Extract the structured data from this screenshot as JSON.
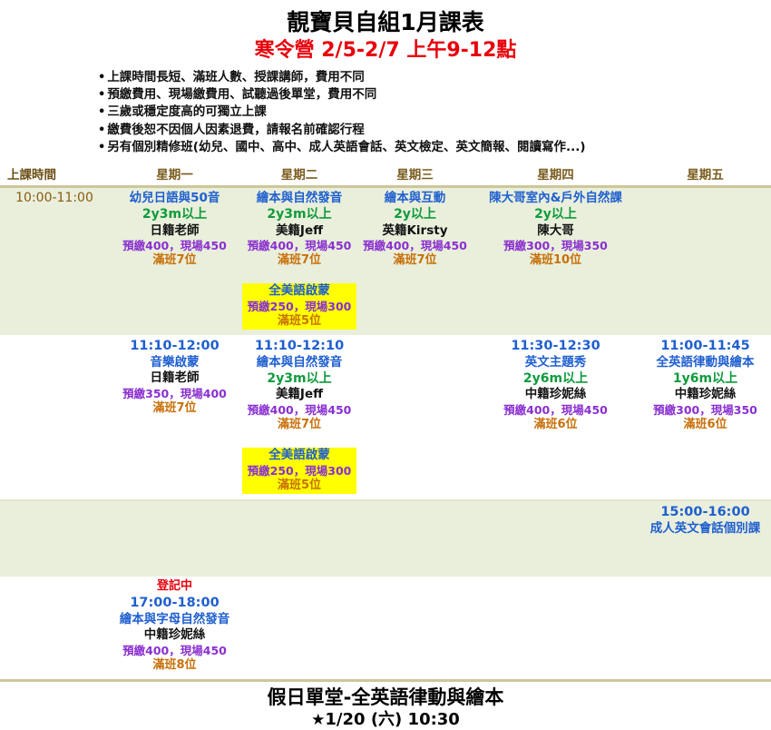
{
  "header": {
    "main_title": "靚寶貝自組1月課表",
    "sub_title": "寒令營 2/5-2/7 上午9-12點",
    "sub_title_color": "#e8000b",
    "bullets": [
      "上課時間長短、滿班人數、授課講師，費用不同",
      "預繳費用、現場繳費用、試聽過後單堂，費用不同",
      "三歲或穩定度高的可獨立上課",
      "繳費後恕不因個人因素退費，請報名前確認行程",
      "另有個別精修班(幼兒、國中、高中、成人英語會話、英文檢定、英文簡報、閱讀寫作...)"
    ]
  },
  "table": {
    "columns": [
      "上課時間",
      "星期一",
      "星期二",
      "星期三",
      "星期四",
      "星期五"
    ],
    "row1": {
      "time": "10:00-11:00",
      "mon": {
        "title": "幼兒日語與50音",
        "age": "2y3m以上",
        "teacher": "日籍老師",
        "fee": "預繳400，現場450",
        "full": "滿班7位"
      },
      "tue": {
        "title": "繪本與自然發音",
        "age": "2y3m以上",
        "teacher": "美籍Jeff",
        "fee": "預繳400，現場450",
        "full": "滿班7位",
        "extra_title": "全美語啟蒙",
        "extra_fee": "預繳250，現場300",
        "extra_full": "滿班5位"
      },
      "wed": {
        "title": "繪本與互動",
        "age": "2y以上",
        "teacher": "英籍Kirsty",
        "fee": "預繳400，現場450",
        "full": "滿班7位"
      },
      "thu": {
        "title": "陳大哥室內&戶外自然課",
        "age": "2y以上",
        "teacher": "陳大哥",
        "fee": "預繳300，現場350",
        "full": "滿班10位"
      },
      "fri": {}
    },
    "row2": {
      "time": "",
      "mon": {
        "time": "11:10-12:00",
        "title": "音樂啟蒙",
        "teacher": "日籍老師",
        "fee": "預繳350，現場400",
        "full": "滿班7位"
      },
      "tue": {
        "time": "11:10-12:10",
        "title": "繪本與自然發音",
        "age": "2y3m以上",
        "teacher": "美籍Jeff",
        "fee": "預繳400，現場450",
        "full": "滿班7位",
        "extra_title": "全美語啟蒙",
        "extra_fee": "預繳250，現場300",
        "extra_full": "滿班5位"
      },
      "wed": {},
      "thu": {
        "time": "11:30-12:30",
        "title": "英文主題秀",
        "age": "2y6m以上",
        "teacher": "中籍珍妮絲",
        "fee": "預繳400，現場450",
        "full": "滿班6位"
      },
      "fri": {
        "time": "11:00-11:45",
        "title": "全英語律動與繪本",
        "age": "1y6m以上",
        "teacher": "中籍珍妮絲",
        "fee": "預繳300，現場350",
        "full": "滿班6位"
      }
    },
    "row3": {
      "fri": {
        "time": "15:00-16:00",
        "title": "成人英文會話個別課"
      }
    },
    "row4": {
      "mon": {
        "status": "登記中",
        "time": "17:00-18:00",
        "title": "繪本與字母自然發音",
        "teacher": "中籍珍妮絲",
        "fee": "預繳400，現場450",
        "full": "滿班8位"
      }
    }
  },
  "footer": {
    "title": "假日單堂-全英語律動與繪本",
    "star": "★",
    "date": "1/20 (六) 10:30"
  }
}
